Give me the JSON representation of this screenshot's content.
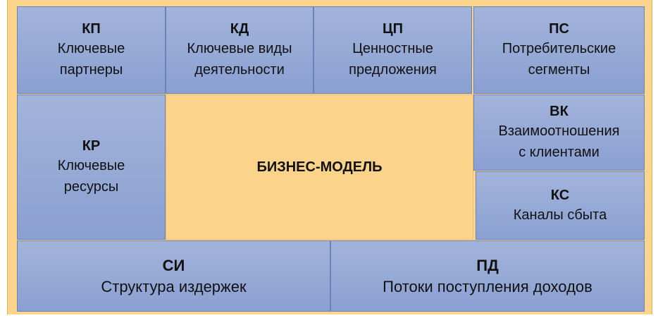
{
  "blocks": {
    "kp": {
      "code": "КП",
      "label_1": "Ключевые",
      "label_2": "партнеры"
    },
    "kd": {
      "code": "КД",
      "label_1": "Ключевые виды",
      "label_2": "деятельности"
    },
    "cp": {
      "code": "ЦП",
      "label_1": "Ценностные",
      "label_2": "предложения"
    },
    "ps": {
      "code": "ПС",
      "label_1": "Потребительские",
      "label_2": "сегменты"
    },
    "kr": {
      "code": "КР",
      "label_1": "Ключевые",
      "label_2": "ресурсы"
    },
    "vk": {
      "code": "ВК",
      "label_1": "Взаимоотношения",
      "label_2": "с клиентами"
    },
    "ks": {
      "code": "КС",
      "label_1": "Каналы сбыта"
    },
    "si": {
      "code": "СИ",
      "label_1": "Структура издержек"
    },
    "pd": {
      "code": "ПД",
      "label_1": "Потоки поступления доходов"
    }
  },
  "center_title": "БИЗНЕС-МОДЕЛЬ",
  "colors": {
    "block_fill": "#97aad7",
    "center_fill": "#fbd38a"
  }
}
